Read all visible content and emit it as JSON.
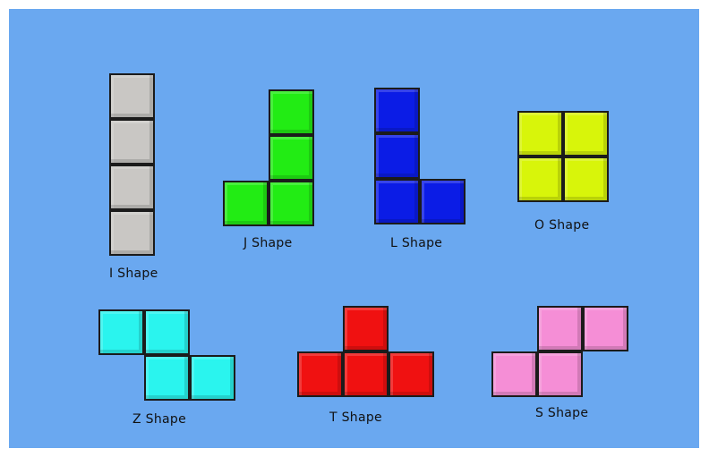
{
  "shapes": [
    {
      "id": "i",
      "label": "I Shape",
      "color": "#c9c7c4",
      "cells": [
        [
          0,
          0
        ],
        [
          0,
          1
        ],
        [
          0,
          2
        ],
        [
          0,
          3
        ]
      ]
    },
    {
      "id": "j",
      "label": "J Shape",
      "color": "#22ec14",
      "cells": [
        [
          1,
          0
        ],
        [
          1,
          1
        ],
        [
          0,
          2
        ],
        [
          1,
          2
        ]
      ]
    },
    {
      "id": "l",
      "label": "L Shape",
      "color": "#0b1ce6",
      "cells": [
        [
          0,
          0
        ],
        [
          0,
          1
        ],
        [
          0,
          2
        ],
        [
          1,
          2
        ]
      ]
    },
    {
      "id": "o",
      "label": "O Shape",
      "color": "#d8f50a",
      "cells": [
        [
          0,
          0
        ],
        [
          1,
          0
        ],
        [
          0,
          1
        ],
        [
          1,
          1
        ]
      ]
    },
    {
      "id": "z",
      "label": "Z Shape",
      "color": "#2af4ee",
      "cells": [
        [
          0,
          0
        ],
        [
          1,
          0
        ],
        [
          1,
          1
        ],
        [
          2,
          1
        ]
      ]
    },
    {
      "id": "t",
      "label": "T Shape",
      "color": "#f01111",
      "cells": [
        [
          1,
          0
        ],
        [
          0,
          1
        ],
        [
          1,
          1
        ],
        [
          2,
          1
        ]
      ]
    },
    {
      "id": "s",
      "label": "S Shape",
      "color": "#f58ed6",
      "cells": [
        [
          1,
          0
        ],
        [
          2,
          0
        ],
        [
          0,
          1
        ],
        [
          1,
          1
        ]
      ]
    }
  ]
}
